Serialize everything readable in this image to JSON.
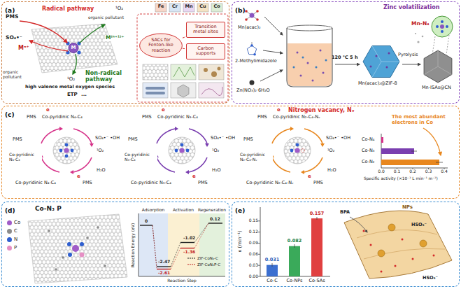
{
  "diagram": {
    "nodes": [
      {
        "text": [
          "(a)"
        ]
      },
      {
        "text": [
          "(b)"
        ]
      },
      {
        "text": [
          "(c)"
        ]
      },
      {
        "text": [
          "(d)"
        ]
      },
      {
        "text": [
          "(e)"
        ]
      },
      {
        "text": [
          "SACs for Fenton-like reaction"
        ],
        "in": 0
      },
      {
        "text": [
          "Transition metal sites"
        ],
        "in": 0
      },
      {
        "text": [
          "Carbon supports"
        ],
        "in": 0
      }
    ],
    "edges": [
      {
        "from": 5,
        "to": 6,
        "arrow": "none"
      },
      {
        "from": 5,
        "to": 7,
        "arrow": "none"
      }
    ],
    "labels": [
      "Radical pathway",
      "PMS",
      "SO₄•⁻",
      "¹O₂",
      "organic pollutant",
      "Mⁿ⁺",
      "M⁽ⁿ⁺¹⁾⁺",
      "organic pollutant",
      "Non-radical pathway",
      "¹O₂",
      "high valence metal oxygen species",
      "ETP",
      "...",
      "Fe",
      "Cr",
      "Mn",
      "Cu",
      "Co",
      "Zinc volatilization",
      "Mn(acac)₂",
      "2-Methylimidazole",
      "Zn(NO₃)₂·6H₂O",
      "120 °C 5 h",
      "Pyrolysis",
      "Mn(acac)₂@ZIF-8",
      "Mn-ISAs@CN",
      "Mn-N₄",
      "Nitrogen vacancy, Nᵥ",
      "e",
      "PMS",
      "Co-pyridinic N₄-C₄",
      "PMS",
      "Co-pyridinic N₄-C₄",
      "SO₄•⁻ •OH",
      "¹O₂",
      "H₂O",
      "Co-pyridinic N₄-C₄",
      "e",
      "PMS",
      "e",
      "PMS",
      "Co-pyridinic N₃-C₄",
      "PMS",
      "Co-pyridinic N₃-C₄",
      "SO₄•⁻ •OH",
      "¹O₂",
      "H₂O",
      "Co-pyridinic N₃-C₄",
      "e",
      "PMS",
      "e",
      "PMS",
      "Co-pyridinic N₂-C₄-Nᵥ",
      "PMS",
      "Co-pyridinic N₂-C₄-Nᵥ",
      "SO₄•⁻ •OH",
      "¹O₂",
      "H₂O",
      "Co-pyridinic N₂-C₄-Nᵥ",
      "e",
      "PMS",
      "The most abundant electrons in Co",
      "Co-N₄",
      "Co-N₃",
      "Co-N₂",
      "0.0",
      "0.1",
      "0.2",
      "0.3",
      "0.4",
      "Specific activity (×10⁻² L min⁻¹ m⁻²)",
      "Co-N₃ P",
      "Adsorption",
      "Activation",
      "Regeneration",
      "0",
      "-2.47",
      "-2.61",
      "-1.02",
      "-1.36",
      "0.12",
      "Reaction Energy (eV)",
      "Reaction Step",
      "κ (min⁻¹)",
      "0.15",
      "0.12",
      "0.09",
      "0.06",
      "0.03",
      "0.00",
      "0.031",
      "0.082",
      "0.157",
      "Co-C",
      "Co-NPs",
      "Co-SAs",
      "NPs",
      "BPA",
      "HSO₅⁻",
      "HSO₅⁻",
      "M"
    ],
    "legend": [
      {
        "text": "Co",
        "color": "#a05cc8"
      },
      {
        "text": "C",
        "color": "#8c8c8c"
      },
      {
        "text": "N",
        "color": "#2f5fd0"
      },
      {
        "text": "P",
        "color": "#e58fc4"
      },
      {
        "text": "ZIF-CoN₄-C"
      },
      {
        "text": "ZIF-CoN₃P-C"
      }
    ]
  }
}
